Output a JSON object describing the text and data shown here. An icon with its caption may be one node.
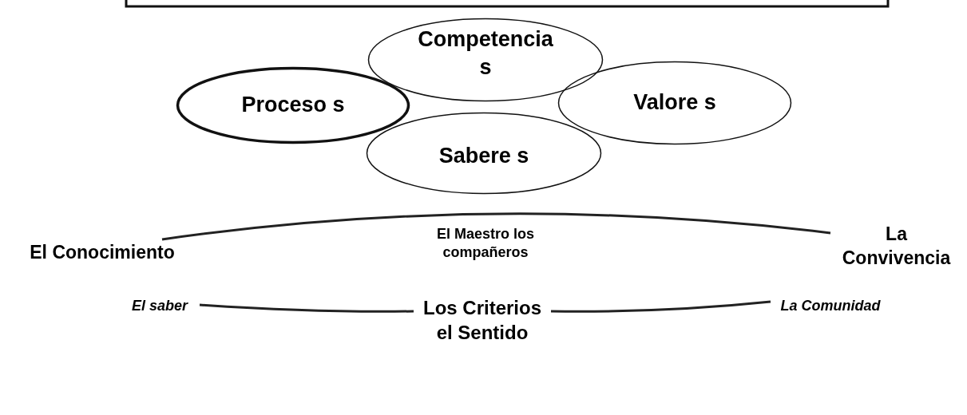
{
  "diagram": {
    "nodes": [
      {
        "text": [
          "Competencia s"
        ]
      },
      {
        "text": [
          "Proceso s"
        ]
      },
      {
        "text": [
          "Valore s"
        ]
      },
      {
        "text": [
          "Sabere s"
        ]
      },
      {
        "text": [
          "El Conocimiento"
        ]
      },
      {
        "text": [
          "La Convivencia"
        ]
      },
      {
        "text": [
          "El saber"
        ]
      },
      {
        "text": [
          "Los Criterios el Sentido"
        ]
      },
      {
        "text": [
          "La Comunidad"
        ]
      }
    ],
    "edges": [
      {
        "from": 4,
        "to": 5,
        "arrow": "none",
        "label": "El Maestro los compañeros"
      },
      {
        "from": 6,
        "to": 7,
        "arrow": "none"
      },
      {
        "from": 7,
        "to": 8,
        "arrow": "none"
      }
    ]
  }
}
